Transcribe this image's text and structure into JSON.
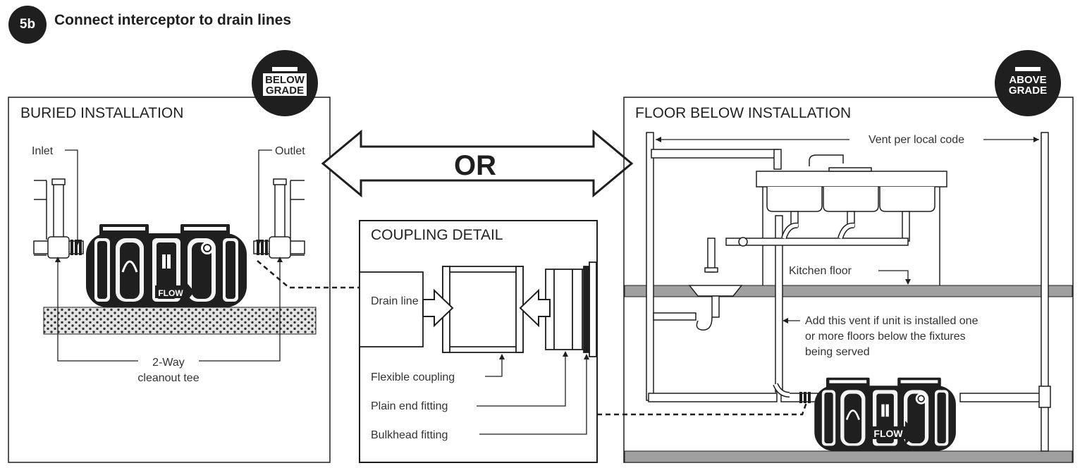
{
  "step": {
    "number": "5b",
    "title": "Connect interceptor to drain lines"
  },
  "buried": {
    "title": "BURIED INSTALLATION",
    "badge_line1": "BELOW",
    "badge_line2": "GRADE",
    "inlet_label": "Inlet",
    "outlet_label": "Outlet",
    "tee_label_line1": "2-Way",
    "tee_label_line2": "cleanout tee",
    "flow_label": "FLOW"
  },
  "or_label": "OR",
  "coupling": {
    "title": "COUPLING DETAIL",
    "drain_line_label": "Drain line",
    "flexible_coupling_label": "Flexible coupling",
    "plain_end_label": "Plain end fitting",
    "bulkhead_label": "Bulkhead fitting"
  },
  "floor_below": {
    "title": "FLOOR BELOW INSTALLATION",
    "badge_line1": "ABOVE",
    "badge_line2": "GRADE",
    "vent_label": "Vent per local code",
    "kitchen_floor_label": "Kitchen floor",
    "add_vent_line1": "Add this vent if unit is installed one",
    "add_vent_line2": "or more floors below the fixtures",
    "add_vent_line3": "being served",
    "flow_label": "FLOW"
  },
  "colors": {
    "ink": "#1f1f1f",
    "floor_slab": "#9a9a9a",
    "gravel": "#e2e2e2"
  }
}
